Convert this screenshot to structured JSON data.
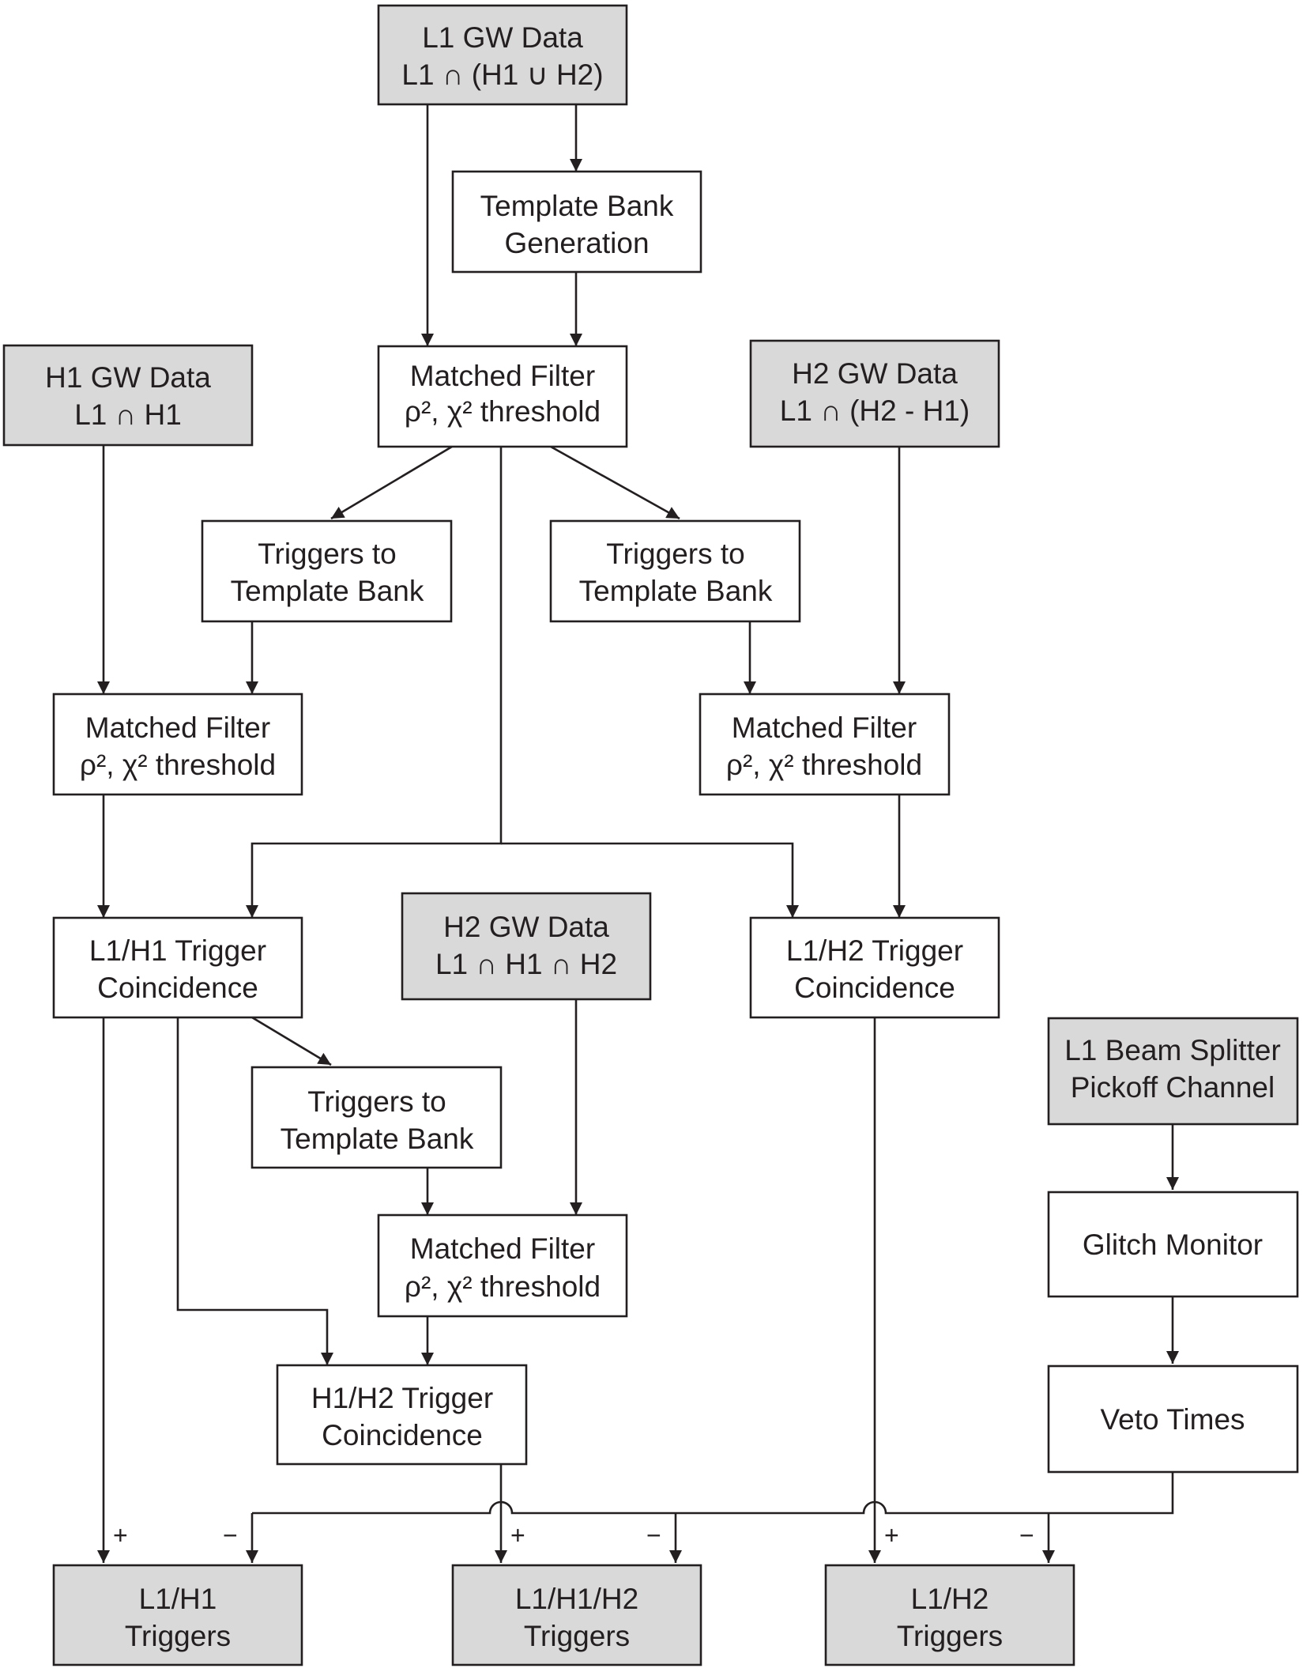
{
  "nodes": {
    "l1_data": [
      "L1 GW Data",
      "L1 ∩ (H1 ∪ H2)"
    ],
    "tmpl_gen": [
      "Template Bank",
      "Generation"
    ],
    "mf_l1": [
      "Matched Filter",
      "ρ², χ² threshold"
    ],
    "h1_data": [
      "H1 GW Data",
      "L1 ∩ H1"
    ],
    "h2_data_top": [
      "H2 GW Data",
      "L1 ∩ (H2 - H1)"
    ],
    "trig_tb_left": [
      "Triggers to",
      "Template Bank"
    ],
    "trig_tb_right": [
      "Triggers to",
      "Template Bank"
    ],
    "mf_h1": [
      "Matched Filter",
      "ρ², χ² threshold"
    ],
    "mf_h2_top": [
      "Matched Filter",
      "ρ², χ² threshold"
    ],
    "coinc_l1h1": [
      "L1/H1 Trigger",
      "Coincidence"
    ],
    "h2_data_mid": [
      "H2 GW Data",
      "L1 ∩ H1 ∩ H2"
    ],
    "coinc_l1h2": [
      "L1/H2 Trigger",
      "Coincidence"
    ],
    "beam_splitter": [
      "L1 Beam Splitter",
      "Pickoff Channel"
    ],
    "trig_tb_mid": [
      "Triggers to",
      "Template Bank"
    ],
    "mf_h2_mid": [
      "Matched Filter",
      "ρ², χ² threshold"
    ],
    "glitch_monitor": [
      "Glitch Monitor"
    ],
    "coinc_h1h2": [
      "H1/H2 Trigger",
      "Coincidence"
    ],
    "veto_times": [
      "Veto Times"
    ],
    "out_l1h1": [
      "L1/H1",
      "Triggers"
    ],
    "out_l1h1h2": [
      "L1/H1/H2",
      "Triggers"
    ],
    "out_l1h2": [
      "L1/H2",
      "Triggers"
    ]
  },
  "signs": {
    "plus": "+",
    "minus": "−"
  },
  "colors": {
    "data_fill": "#d9d9d9",
    "box_fill": "#ffffff",
    "stroke": "#231f20"
  }
}
